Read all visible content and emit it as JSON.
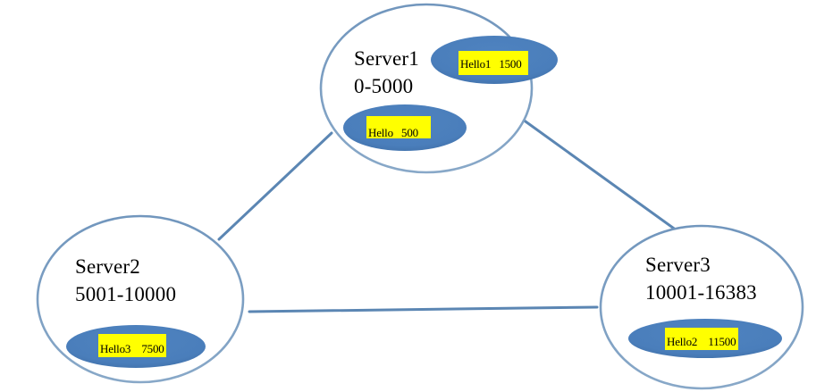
{
  "diagram": {
    "type": "network-ring-diagram",
    "background_color": "#ffffff",
    "circle_stroke_color": "#7196bd",
    "connector_color": "#5b86b3",
    "ellipse_color": "#4a7ebb",
    "message_box_color": "#ffff00",
    "text_color": "#000000",
    "nodes": [
      {
        "id": "server1",
        "name": "Server1",
        "range": "0-5000",
        "messages": [
          {
            "id": "hello1",
            "label": "Hello1",
            "value": "1500",
            "text": "Hello1   1500"
          },
          {
            "id": "hello",
            "label": "Hello",
            "value": "500",
            "text": "Hello   500"
          }
        ]
      },
      {
        "id": "server2",
        "name": "Server2",
        "range": "5001-10000",
        "messages": [
          {
            "id": "hello3",
            "label": "Hello3",
            "value": "7500",
            "text": "Hello3    7500"
          }
        ]
      },
      {
        "id": "server3",
        "name": "Server3",
        "range": "10001-16383",
        "messages": [
          {
            "id": "hello2",
            "label": "Hello2",
            "value": "11500",
            "text": "Hello2    11500"
          }
        ]
      }
    ],
    "connections": [
      {
        "id": "server1-server2",
        "from": "server1",
        "to": "server2"
      },
      {
        "id": "server1-server3",
        "from": "server1",
        "to": "server3"
      },
      {
        "id": "server2-server3",
        "from": "server2",
        "to": "server3"
      }
    ]
  }
}
